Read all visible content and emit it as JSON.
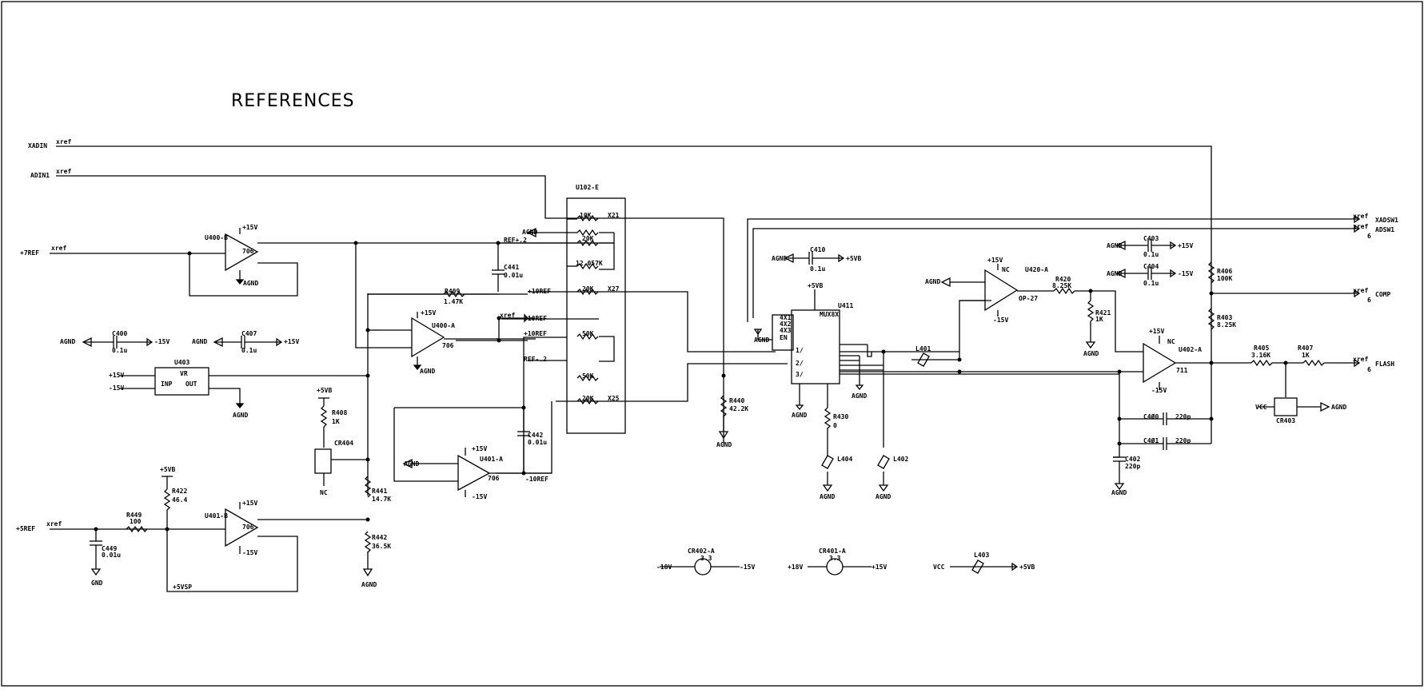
{
  "title": "REFERENCES",
  "xref": "xref",
  "ports": {
    "xadin": "XADIN",
    "adin1": "ADIN1",
    "p7ref": "+7REF",
    "p5ref": "+5REF",
    "xadsw1": "XADSW1",
    "adsw1": "ADSW1",
    "comp": "COMP",
    "flash": "FLASH",
    "six": "6"
  },
  "rails": {
    "p15": "+15V",
    "m15": "-15V",
    "p5vb": "+5VB",
    "p5vsp": "+5VSP",
    "p18": "+18V",
    "m18": "-18V",
    "vcc": "VCC",
    "agnd": "AGND",
    "gnd": "GND",
    "nc": "NC"
  },
  "parts": {
    "u400b": "U400-B",
    "u400a": "U400-A",
    "u401b": "U401-B",
    "u401a": "U401-A",
    "u402a": "U402-A",
    "u420a": "U420-A",
    "u403": "U403",
    "u411": "U411",
    "u102e": "U102-E",
    "op706": "706",
    "op711": "711",
    "op27": "OP-27",
    "muxbox": "MUX8X",
    "vr": "VR",
    "inp": "INP",
    "out": "OUT",
    "c400": "C400",
    "c407": "C407",
    "c441": "C441",
    "c442": "C442",
    "c449": "C449",
    "c410": "C410",
    "c403": "C403",
    "c404": "C404",
    "c402": "C402",
    "c405": "C4Ø0",
    "c406": "C4Ø1",
    "v01u": "0.1u",
    "v001u": "0.01u",
    "v220p": "220p",
    "r409": "R409",
    "v147k": "1.47K",
    "r408": "R408",
    "v1k": "1K",
    "r441": "R441",
    "v147k2": "14.7K",
    "r442": "R442",
    "v365k": "36.5K",
    "r422": "R422",
    "v464": "46.4",
    "r449": "R449",
    "v100": "100",
    "r440": "R440",
    "v422k": "42.2K",
    "r430": "R430",
    "v0": "0",
    "r420": "R420",
    "v825k": "8.25K",
    "r421": "R421",
    "r406": "R406",
    "v100k": "100K",
    "r403": "R403",
    "r405": "R405",
    "v316k": "3.16K",
    "r407": "R407",
    "cr404": "CR404",
    "cr403": "CR403",
    "cr402a": "CR402-A",
    "cr401a": "CR401-A",
    "v33": "3.3",
    "l401": "L401",
    "l402": "L402",
    "l403": "L403",
    "l404": "L404",
    "ref2": "REF+.2",
    "refm2": "REF-.2",
    "p10ref": "+10REF",
    "m10ref": "-10REF",
    "u102vals": {
      "a": "10K",
      "b": "20K",
      "c": "12.057K",
      "d": "20K",
      "e": "50K",
      "f": "50K",
      "g": "20K"
    },
    "u102pins": {
      "x21": "X21",
      "x27": "X27",
      "x25": "X25"
    },
    "mux": {
      "a": "4X1",
      "b": "4X2",
      "c": "4X3",
      "d": "EN",
      "e": "1/",
      "f": "2/",
      "g": "3/"
    }
  }
}
